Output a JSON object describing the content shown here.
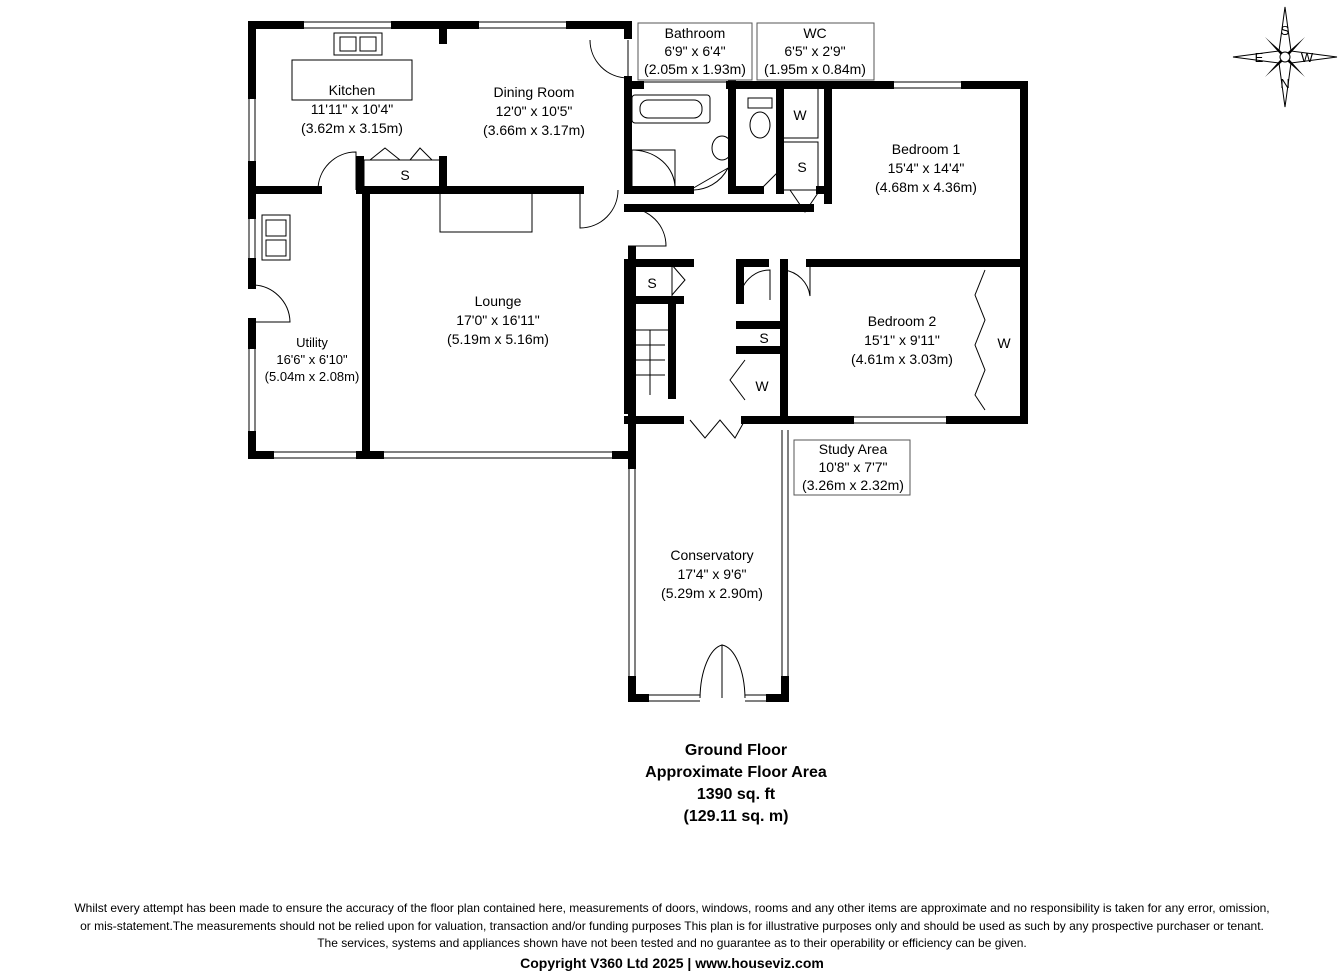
{
  "rooms": {
    "kitchen": {
      "name": "Kitchen",
      "imperial": "11'11\" x 10'4\"",
      "metric": "(3.62m x 3.15m)"
    },
    "dining": {
      "name": "Dining Room",
      "imperial": "12'0\" x 10'5\"",
      "metric": "(3.66m x 3.17m)"
    },
    "bathroom": {
      "name": "Bathroom",
      "imperial": "6'9\" x 6'4\"",
      "metric": "(2.05m x 1.93m)"
    },
    "wc": {
      "name": "WC",
      "imperial": "6'5\" x 2'9\"",
      "metric": "(1.95m x 0.84m)"
    },
    "bedroom1": {
      "name": "Bedroom 1",
      "imperial": "15'4\" x 14'4\"",
      "metric": "(4.68m x 4.36m)"
    },
    "bedroom2": {
      "name": "Bedroom 2",
      "imperial": "15'1\" x 9'11\"",
      "metric": "(4.61m x 3.03m)"
    },
    "lounge": {
      "name": "Lounge",
      "imperial": "17'0\" x 16'11\"",
      "metric": "(5.19m x 5.16m)"
    },
    "utility": {
      "name": "Utility",
      "imperial": "16'6\" x 6'10\"",
      "metric": "(5.04m x 2.08m)"
    },
    "study": {
      "name": "Study Area",
      "imperial": "10'8\" x 7'7\"",
      "metric": "(3.26m x 2.32m)"
    },
    "conservatory": {
      "name": "Conservatory",
      "imperial": "17'4\" x 9'6\"",
      "metric": "(5.29m x 2.90m)"
    }
  },
  "storage": {
    "s": "S",
    "w": "W"
  },
  "compass": {
    "n": "N",
    "s": "S",
    "e": "E",
    "w": "W"
  },
  "summary": {
    "floor": "Ground Floor",
    "area_label": "Approximate Floor Area",
    "area_sqft": "1390 sq. ft",
    "area_sqm": "(129.11 sq. m)"
  },
  "disclaimer": {
    "line1": "Whilst every attempt has been made to ensure the accuracy of the floor plan contained here, measurements of doors, windows, rooms and any other items are approximate and no responsibility is taken for any error, omission,",
    "line2": "or mis-statement.The measurements should not be relied upon for valuation, transaction and/or funding purposes This plan is for illustrative purposes only and should be used as such by any prospective purchaser or tenant.",
    "line3": "The services, systems and appliances shown have not been tested and no guarantee as to their operability or efficiency can be given."
  },
  "copyright": "Copyright V360 Ltd 2025 | www.houseviz.com"
}
